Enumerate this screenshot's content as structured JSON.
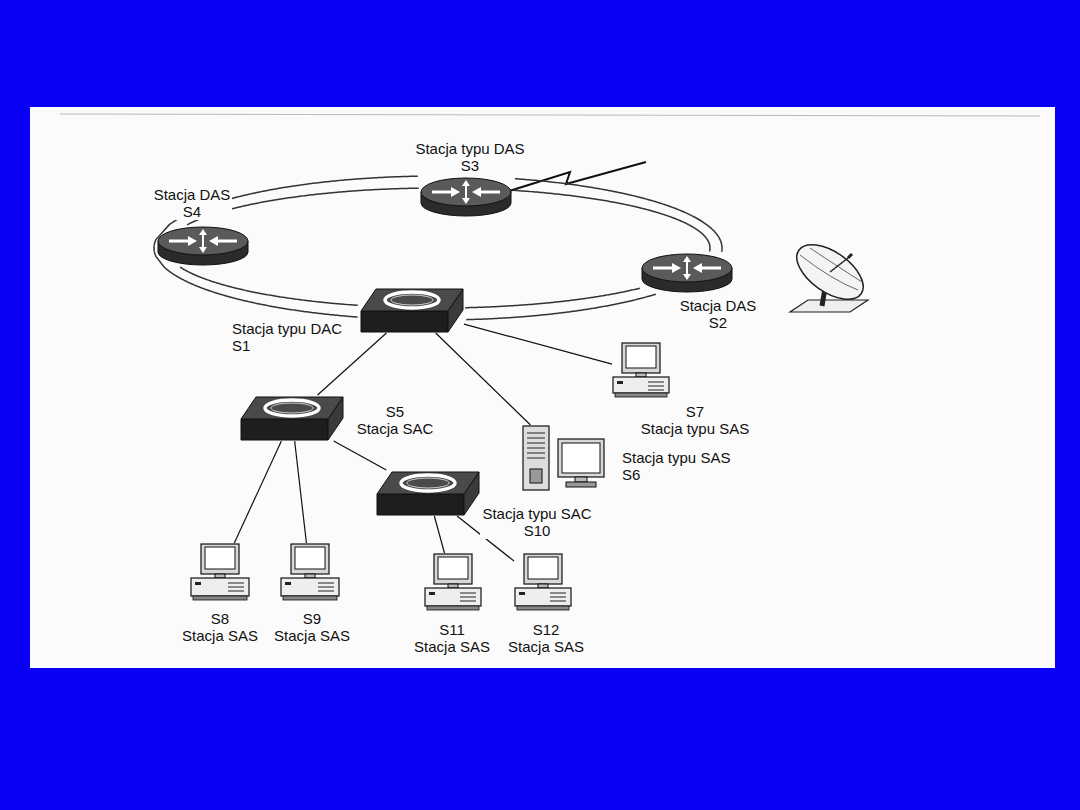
{
  "diagram": {
    "nodes": [
      {
        "text": [
          "Stacja typu DAS S3"
        ]
      },
      {
        "text": [
          "Stacja DAS S4"
        ]
      },
      {
        "text": [
          "Stacja DAS S2"
        ]
      },
      {
        "text": [
          "Stacja typu DAC S1"
        ]
      },
      {
        "text": [
          "S5 Stacja SAC"
        ]
      },
      {
        "text": [
          "S7 Stacja typu SAS"
        ]
      },
      {
        "text": [
          "Stacja typu SAS S6"
        ]
      },
      {
        "text": [
          "Stacja typu SAC S10"
        ]
      },
      {
        "text": [
          "S8 Stacja SAS"
        ]
      },
      {
        "text": [
          "S9 Stacja SAS"
        ]
      },
      {
        "text": [
          "S11 Stacja SAS"
        ]
      },
      {
        "text": [
          "S12 Stacja SAS"
        ]
      }
    ],
    "edges": [
      {
        "from": 1,
        "to": 0,
        "arrow": "none"
      },
      {
        "from": 0,
        "to": 2,
        "arrow": "none"
      },
      {
        "from": 2,
        "to": 3,
        "arrow": "none"
      },
      {
        "from": 3,
        "to": 1,
        "arrow": "none"
      },
      {
        "from": 3,
        "to": 4,
        "arrow": "none"
      },
      {
        "from": 3,
        "to": 6,
        "arrow": "none"
      },
      {
        "from": 3,
        "to": 5,
        "arrow": "none"
      },
      {
        "from": 4,
        "to": 8,
        "arrow": "none"
      },
      {
        "from": 4,
        "to": 9,
        "arrow": "none"
      },
      {
        "from": 4,
        "to": 7,
        "arrow": "none"
      },
      {
        "from": 7,
        "to": 10,
        "arrow": "none"
      },
      {
        "from": 7,
        "to": 11,
        "arrow": "none"
      }
    ]
  }
}
